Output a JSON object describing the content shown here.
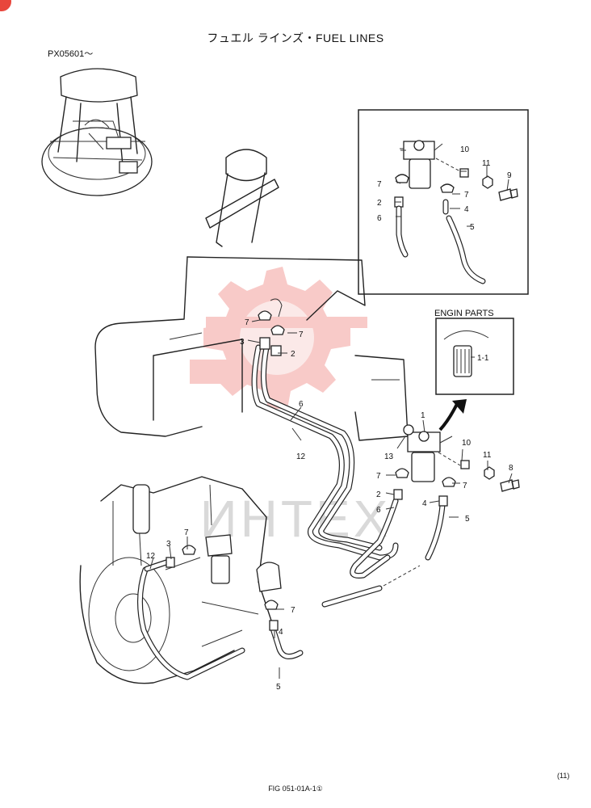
{
  "header": {
    "title": "フュエル ラインズ・FUEL LINES",
    "serial": "PX05601～"
  },
  "inset": {
    "engine_parts_label": "ENGIN PARTS"
  },
  "watermark": {
    "text": "ИНТЕХ",
    "color": "#e8463c"
  },
  "callouts": {
    "c_10a": "10",
    "c_11a": "11",
    "c_9": "9",
    "c_7a": "7",
    "c_7b": "7",
    "c_2a": "2",
    "c_6a": "6",
    "c_4a": "4",
    "c_5a": "5",
    "c_11": "1-1",
    "c_7c": "7",
    "c_3a": "3",
    "c_7d": "7",
    "c_2b": "2",
    "c_6b": "6",
    "c_12a": "12",
    "c_1": "1",
    "c_13": "13",
    "c_10b": "10",
    "c_11b": "11",
    "c_8": "8",
    "c_7e": "7",
    "c_7f": "7",
    "c_2c": "2",
    "c_6c": "6",
    "c_4b": "4",
    "c_5b": "5",
    "c_3b": "3",
    "c_7g": "7",
    "c_12b": "12",
    "c_7h": "7",
    "c_4c": "4",
    "c_5c": "5"
  },
  "footer": {
    "page": "(11)",
    "figure": "FIG 051-01A-1①"
  }
}
